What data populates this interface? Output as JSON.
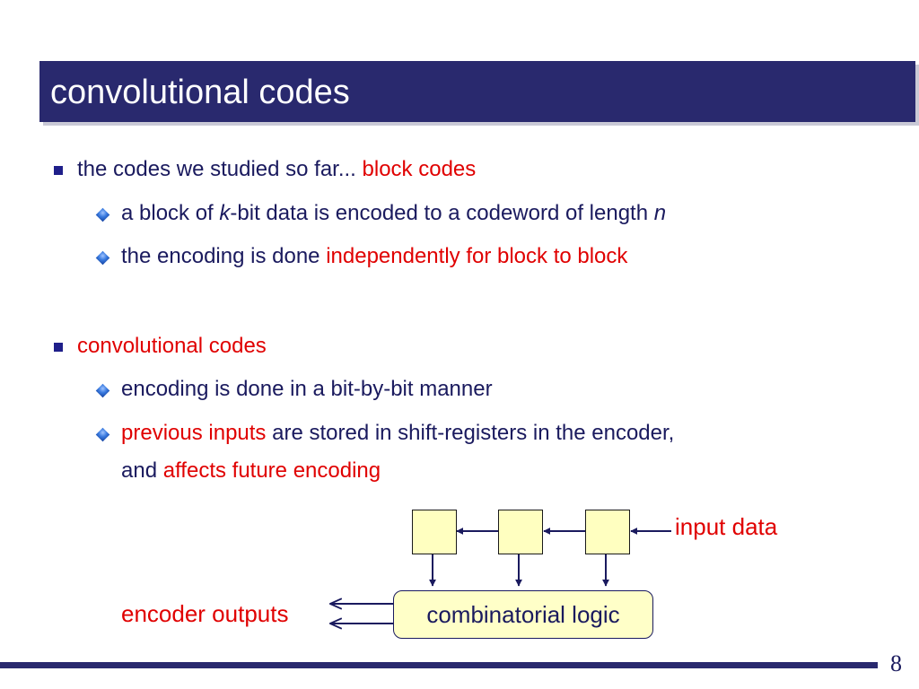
{
  "slide": {
    "title": "convolutional codes",
    "page_number": "8"
  },
  "bullets": {
    "b1": {
      "text_plain": "the codes we studied so far... ",
      "text_red": "block codes",
      "sub1": {
        "part1": "a block of ",
        "italic1": "k",
        "part2": "-bit data is encoded to a codeword of length ",
        "italic2": "n"
      },
      "sub2": {
        "text_plain": "the encoding is done ",
        "text_red": "independently for block to block"
      }
    },
    "b2": {
      "text_red": "convolutional codes",
      "sub1": {
        "text_plain": "encoding is done in a bit-by-bit manner"
      },
      "sub2": {
        "text_red1": "previous inputs",
        "text_plain1": " are stored in shift-registers in the encoder,",
        "text_plain2": "and ",
        "text_red2": "affects future encoding"
      }
    }
  },
  "diagram": {
    "input_label": "input data",
    "logic_label": "combinatorial logic",
    "output_label": "encoder outputs"
  },
  "colors": {
    "title_bar": "#29296e",
    "text": "#1a1a5e",
    "highlight": "#e00000",
    "register_fill": "#ffffc0"
  }
}
